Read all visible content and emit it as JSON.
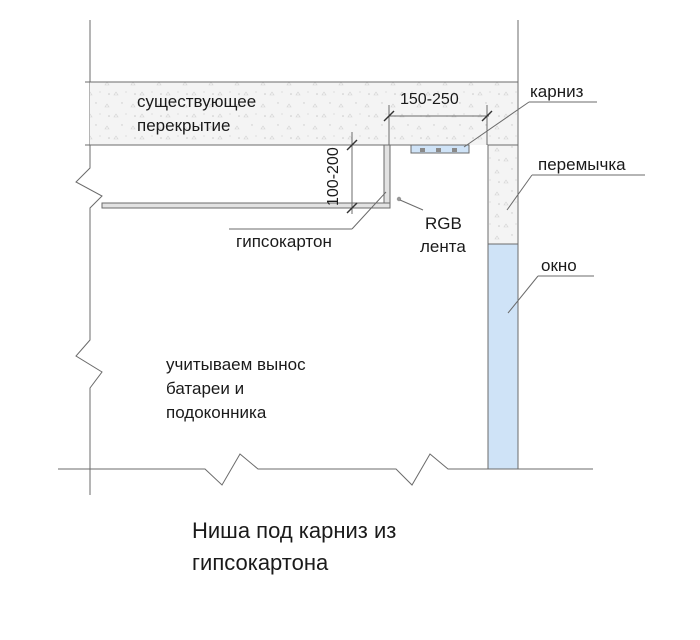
{
  "labels": {
    "slab_line1": "существующее",
    "slab_line2": "перекрытие",
    "dim_width": "150-250",
    "dim_height": "100-200",
    "cornice": "карниз",
    "lintel": "перемычка",
    "window": "окно",
    "drywall": "гипсокартон",
    "rgb_line1": "RGB",
    "rgb_line2": "лента",
    "note_line1": "учитываем вынос",
    "note_line2": "батареи и",
    "note_line3": "подоконника"
  },
  "title": {
    "line1": "Ниша под карниз из",
    "line2": "гипсокартона"
  },
  "colors": {
    "line": "#6b6b6b",
    "concrete_fill": "#f4f4f4",
    "window_fill": "#cfe3f7",
    "cornice_fill": "#cfe3f7",
    "text": "#1a1a1a"
  }
}
